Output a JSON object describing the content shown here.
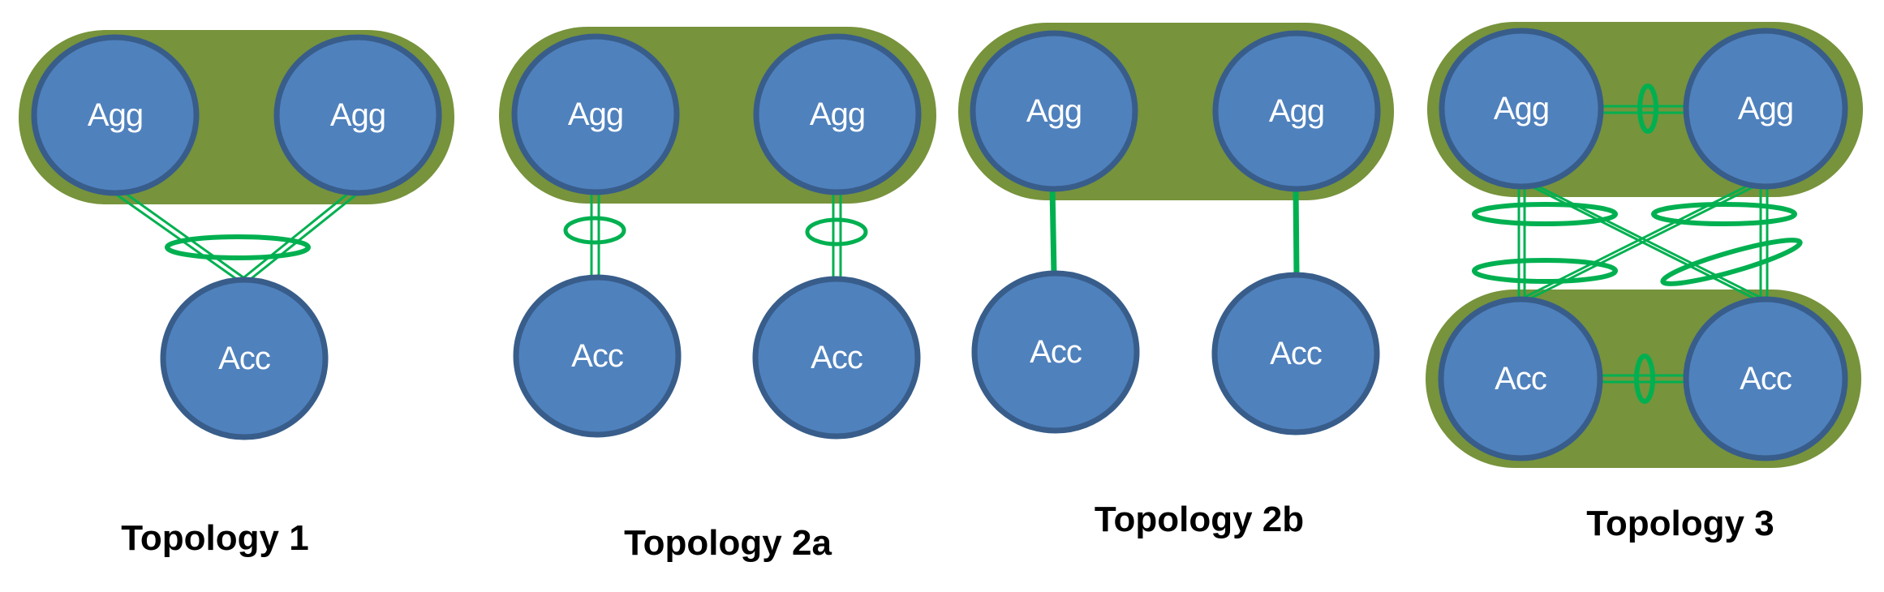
{
  "diagram": {
    "colors": {
      "group_fill": "#77933C",
      "node_fill": "#4F81BD",
      "node_border": "#385D8A",
      "link": "#00B050",
      "label_text": "#000000",
      "node_text": "#FFFFFF"
    },
    "topologies": [
      {
        "title": "Topology 1",
        "nodes": [
          {
            "role": "aggregation",
            "label": "Agg"
          },
          {
            "role": "aggregation",
            "label": "Agg"
          },
          {
            "role": "access",
            "label": "Acc"
          }
        ],
        "links": "Each Agg has a double link to the single Acc; both links bundled by one link-aggregation ring (MC-LAG)",
        "groups": [
          "Agg pair grouped"
        ]
      },
      {
        "title": "Topology 2a",
        "nodes": [
          {
            "role": "aggregation",
            "label": "Agg"
          },
          {
            "role": "aggregation",
            "label": "Agg"
          },
          {
            "role": "access",
            "label": "Acc"
          },
          {
            "role": "access",
            "label": "Acc"
          }
        ],
        "links": "Each Agg has a double link to its own Acc, each bundled by a link-aggregation ring",
        "groups": [
          "Agg pair grouped"
        ]
      },
      {
        "title": "Topology 2b",
        "nodes": [
          {
            "role": "aggregation",
            "label": "Agg"
          },
          {
            "role": "aggregation",
            "label": "Agg"
          },
          {
            "role": "access",
            "label": "Acc"
          },
          {
            "role": "access",
            "label": "Acc"
          }
        ],
        "links": "Each Agg has a single link to its own Acc",
        "groups": [
          "Agg pair grouped"
        ]
      },
      {
        "title": "Topology 3",
        "nodes": [
          {
            "role": "aggregation",
            "label": "Agg"
          },
          {
            "role": "aggregation",
            "label": "Agg"
          },
          {
            "role": "access",
            "label": "Acc"
          },
          {
            "role": "access",
            "label": "Acc"
          }
        ],
        "links": "Agg-Agg and Acc-Acc peer links bundled; full-mesh double links between Agg pair and Acc pair, each bundle with a link-aggregation ring",
        "groups": [
          "Agg pair grouped",
          "Acc pair grouped"
        ]
      }
    ]
  }
}
